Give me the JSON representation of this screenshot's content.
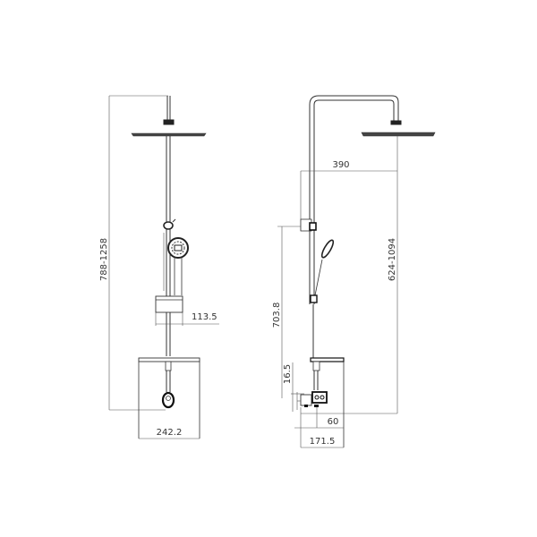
{
  "drawing": {
    "title": "Shower column technical drawing",
    "views": [
      {
        "name": "front-view"
      },
      {
        "name": "side-view"
      }
    ],
    "colors": {
      "line": "#333333",
      "background": "#ffffff"
    }
  },
  "dimensions": {
    "front_height": "788-1258",
    "front_holder_width": "113.5",
    "front_base_width": "242.2",
    "side_reach": "390",
    "side_height": "624-1094",
    "side_holder_height": "703.8",
    "side_outlet_height": "16.5",
    "side_offset": "60",
    "side_base_width": "171.5"
  }
}
